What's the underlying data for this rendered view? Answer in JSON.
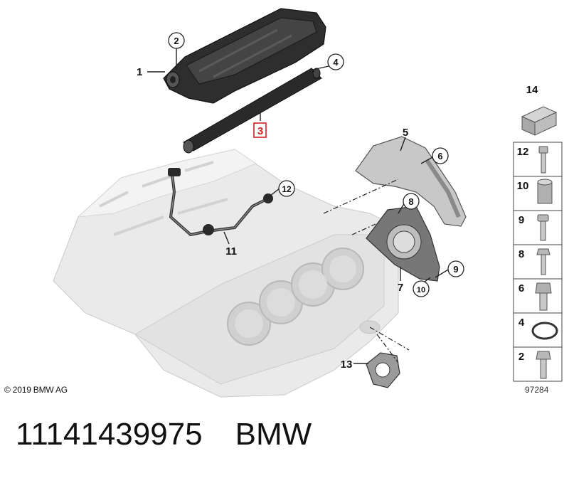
{
  "diagram": {
    "copyright": "© 2019 BMW AG",
    "diagram_id": "97284",
    "highlighted_callout": "3",
    "callouts": {
      "c1": "1",
      "c2": "2",
      "c3": "3",
      "c4": "4",
      "c5": "5",
      "c6": "6",
      "c7": "7",
      "c8": "8",
      "c9": "9",
      "c10": "10",
      "c11": "11",
      "c12": "12",
      "c13": "13"
    },
    "legend": [
      {
        "label": "14",
        "icon": "grease-box-icon"
      },
      {
        "label": "12",
        "icon": "bolt-icon"
      },
      {
        "label": "10",
        "icon": "bushing-icon"
      },
      {
        "label": "9",
        "icon": "bolt-icon"
      },
      {
        "label": "8",
        "icon": "hex-bolt-icon"
      },
      {
        "label": "6",
        "icon": "hex-bolt-icon"
      },
      {
        "label": "4",
        "icon": "o-ring-icon"
      },
      {
        "label": "2",
        "icon": "hex-bolt-icon"
      }
    ]
  },
  "footer": {
    "part_number": "11141439975",
    "brand": "BMW"
  },
  "colors": {
    "highlight": "#d42020",
    "part_dark": "#2a2a2a",
    "block_light": "#e6e6e6"
  }
}
